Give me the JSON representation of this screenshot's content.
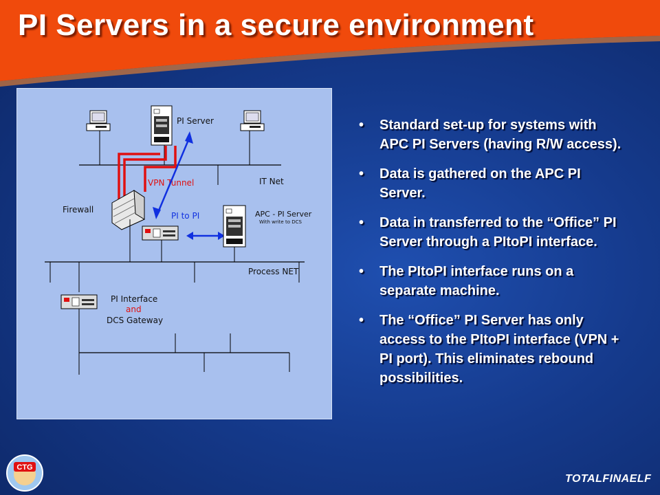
{
  "title": "PI Servers in a secure environment",
  "diagram": {
    "labels": {
      "pi_server": "PI Server",
      "vpn_tunnel": "VPN Tunnel",
      "it_net": "IT Net",
      "firewall": "Firewall",
      "pi_to_pi": "PI to PI",
      "apc_server": "APC - PI Server",
      "apc_sub": "With write to DCS",
      "process_net": "Process NET",
      "pi_interface": "PI Interface",
      "and": "and",
      "dcs_gateway": "DCS Gateway"
    }
  },
  "bullets": [
    "Standard set-up for systems with APC PI Servers (having R/W access).",
    "Data is gathered on the APC PI Server.",
    "Data in transferred to the “Office” PI Server through a PItoPI interface.",
    "The PItoPI interface runs on a separate machine.",
    "The “Office” PI Server  has only access to the PItoPI interface (VPN + PI port). This eliminates rebound possibilities."
  ],
  "logos": {
    "ctg": "CTG",
    "brand": "TOTALFINAELF"
  },
  "colors": {
    "title_band": "#f04a0c",
    "background": "#153a8c",
    "diagram_bg": "#a8c0ee",
    "vpn_line": "#e01010",
    "pi_to_pi_arrow": "#1030e0"
  }
}
